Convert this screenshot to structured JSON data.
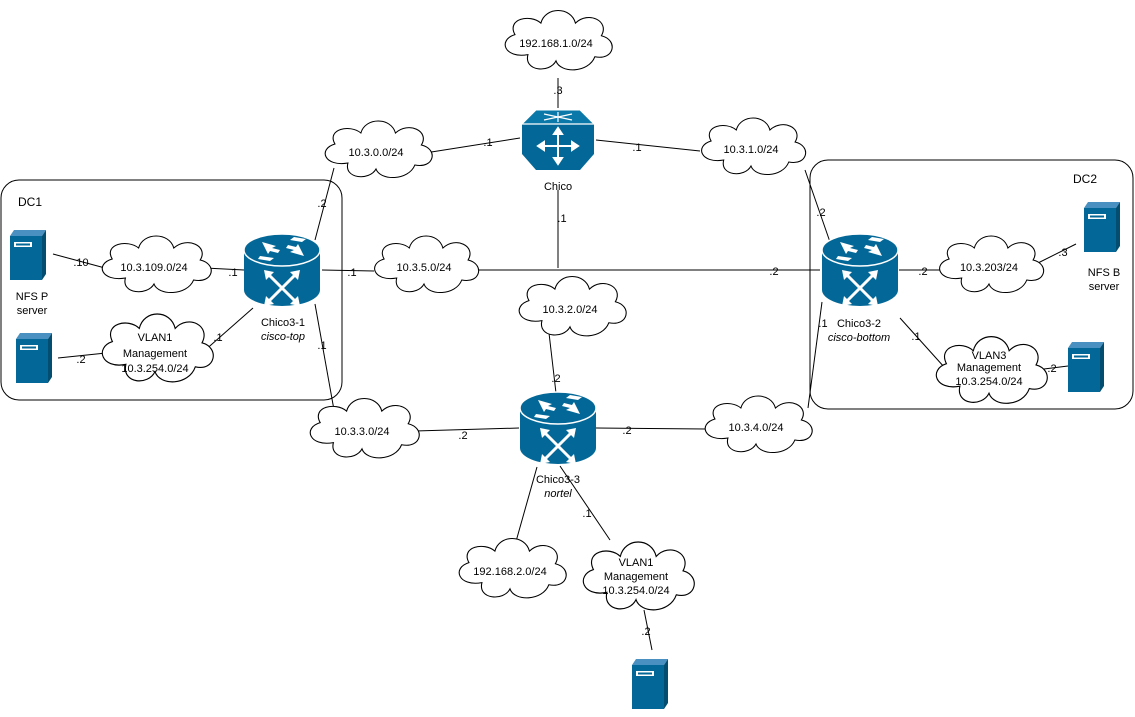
{
  "datacenters": {
    "dc1": "DC1",
    "dc2": "DC2"
  },
  "networks": {
    "net_192_168_1": "192.168.1.0/24",
    "net_10_3_0": "10.3.0.0/24",
    "net_10_3_1": "10.3.1.0/24",
    "net_10_3_109": "10.3.109.0/24",
    "net_10_3_5": "10.3.5.0/24",
    "net_10_3_2": "10.3.2.0/24",
    "net_10_3_203": "10.3.203/24",
    "net_vlan1_dc1": [
      "VLAN1",
      "Management",
      "10.3.254.0/24"
    ],
    "net_vlan3_dc2": [
      "VLAN3",
      "Management",
      "10.3.254.0/24"
    ],
    "net_10_3_3": "10.3.3.0/24",
    "net_10_3_4": "10.3.4.0/24",
    "net_192_168_2": "192.168.2.0/24",
    "net_vlan1_bottom": [
      "VLAN1",
      "Management",
      "10.3.254.0/24"
    ]
  },
  "devices": {
    "chico": {
      "name": "Chico"
    },
    "chico3_1": {
      "name": "Chico3-1",
      "alias": "cisco-top"
    },
    "chico3_2": {
      "name": "Chico3-2",
      "alias": "cisco-bottom"
    },
    "chico3_3": {
      "name": "Chico3-3",
      "alias": "nortel"
    },
    "nfs_p": {
      "name": [
        "NFS P",
        "server"
      ]
    },
    "nfs_b": {
      "name": [
        "NFS B",
        "server"
      ]
    }
  },
  "interfaces": {
    "chico_to_192_168_1": ".3",
    "chico_to_10_3_0": ".1",
    "chico_to_10_3_1": ".1",
    "chico_to_10_3_2": ".1",
    "c31_to_10_3_0": ".2",
    "c31_to_10_3_109": ".1",
    "c31_to_10_3_5": ".1",
    "c31_to_vlan1": ".1",
    "c31_to_10_3_3": ".1",
    "nfsp_to_10_3_109": ".10",
    "srv_dc1_to_vlan1": ".2",
    "c32_to_10_3_1": ".2",
    "c32_to_10_3_5": ".2",
    "c32_to_10_3_203": ".2",
    "c32_to_10_3_4": ".1",
    "c32_to_vlan3": ".1",
    "nfsb_to_10_3_203": ".3",
    "srv_dc2_to_vlan3": ".2",
    "c33_to_10_3_2": ".2",
    "c33_to_10_3_3": ".2",
    "c33_to_10_3_4": ".2",
    "c33_to_vlan1": ".1",
    "srv_bottom_to_vlan1": ".2"
  }
}
